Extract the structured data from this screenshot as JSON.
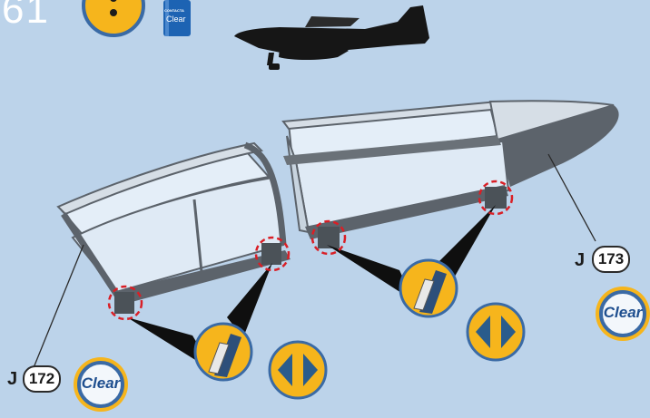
{
  "step": {
    "number": "61"
  },
  "tube": {
    "brand": "CONTACTA",
    "label": "Clear"
  },
  "parts": [
    {
      "prefix": "J",
      "number": "172"
    },
    {
      "prefix": "J",
      "number": "173"
    }
  ],
  "clear_badges": [
    {
      "label": "Clear"
    },
    {
      "label": "Clear"
    }
  ],
  "icons": [
    "cut-knife-icon",
    "fit-arrows-icon",
    "aircraft-silhouette-icon",
    "paint-pot-icon"
  ],
  "colors": {
    "background": "#bcd3ea",
    "frame": "#5c636b",
    "glass": "#dfeaf5",
    "highlight": "#d91f26",
    "icon_yellow": "#f6b51c",
    "icon_blue": "#2a5c8c",
    "silhouette": "#161616"
  }
}
